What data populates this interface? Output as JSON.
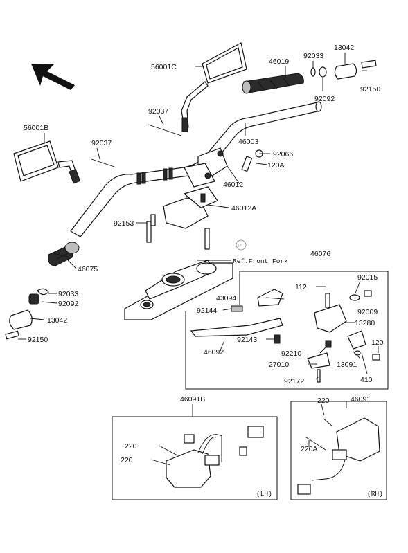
{
  "labels": {
    "p56001C": "56001C",
    "p46019": "46019",
    "p92033a": "92033",
    "p13042a": "13042",
    "p92092a": "92092",
    "p92150a": "92150",
    "p92037a": "92037",
    "p56001B": "56001B",
    "p92037b": "92037",
    "p46003": "46003",
    "p92066": "92066",
    "p120A": "120A",
    "p46012": "46012",
    "p46012A": "46012A",
    "p92153": "92153",
    "p46075": "46075",
    "ref_front_fork": "Ref.Front Fork",
    "p46076": "46076",
    "p92033b": "92033",
    "p92092b": "92092",
    "p13042b": "13042",
    "p92150b": "92150",
    "p112": "112",
    "p92015": "92015",
    "p43094": "43094",
    "p92009": "92009",
    "p92144": "92144",
    "p13280": "13280",
    "p92143": "92143",
    "p120": "120",
    "p46092": "46092",
    "p92210": "92210",
    "p27010": "27010",
    "p13091": "13091",
    "p410": "410",
    "p92172": "92172",
    "p46091B": "46091B",
    "p220a": "220",
    "p220b": "220",
    "lh": "(LH)",
    "p46091": "46091",
    "p220c": "220",
    "p220A": "220A",
    "rh": "(RH)"
  },
  "icons": [
    "front-direction-arrow",
    "watermark-logo"
  ]
}
